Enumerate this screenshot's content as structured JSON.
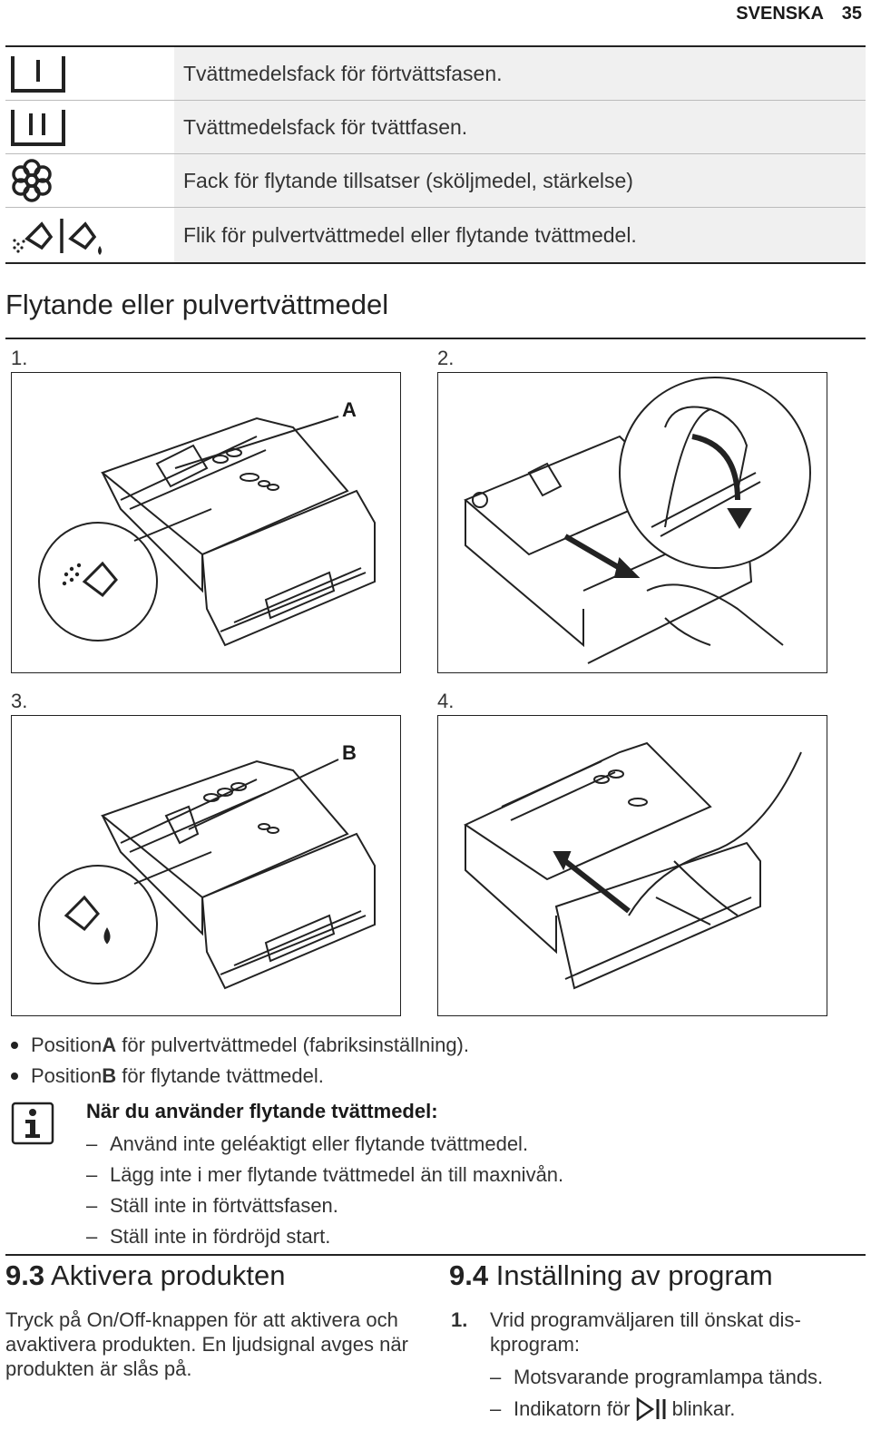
{
  "header": {
    "language": "SVENSKA",
    "page_number": "35"
  },
  "symbols": [
    {
      "icon": "prewash-compartment-icon",
      "text": "Tvättmedelsfack för förtvättsfasen."
    },
    {
      "icon": "main-wash-compartment-icon",
      "text": "Tvättmedelsfack för tvättfasen."
    },
    {
      "icon": "flower-additive-icon",
      "text": "Fack för flytande tillsatser (sköljmedel, stärkelse)"
    },
    {
      "icon": "powder-liquid-flap-icon",
      "text": "Flik för pulvertvättmedel eller flytande tvättmedel."
    }
  ],
  "section_title": "Flytande eller pulvertvättmedel",
  "figures": [
    {
      "label": "1.",
      "callout": "A"
    },
    {
      "label": "2.",
      "callout": ""
    },
    {
      "label": "3.",
      "callout": "B"
    },
    {
      "label": "4.",
      "callout": ""
    }
  ],
  "bullets": [
    {
      "pre": "Position ",
      "bold": "A",
      "post": " för pulvertvättmedel (fabriksinställning)."
    },
    {
      "pre": "Position ",
      "bold": "B",
      "post": " för flytande tvättmedel."
    }
  ],
  "note": {
    "title": "När du använder flytande tvättmedel:",
    "dash": "–",
    "items": [
      "Använd inte geléaktigt eller flytande tvättmedel.",
      "Lägg inte i mer flytande tvättmedel än till maxnivån.",
      "Ställ inte in förtvättsfasen.",
      "Ställ inte in fördröjd start."
    ]
  },
  "section_9_3": {
    "number": "9.3",
    "title": " Aktivera produkten",
    "text": "Tryck på On/Off-knappen för att aktivera och avaktivera produkten. En ljudsignal avges när produkten är slås på."
  },
  "section_9_4": {
    "number": "9.4",
    "title": " Inställning av program",
    "step_number": "1.",
    "step_text": "Vrid programväljaren till önskat dis­kprogram:",
    "sub_items": [
      {
        "pre": "Motsvarande programlampa tänds.",
        "icon": "",
        "post": ""
      },
      {
        "pre": "Indikatorn för ",
        "icon": "start-pause-icon",
        "post": " blinkar."
      }
    ]
  }
}
